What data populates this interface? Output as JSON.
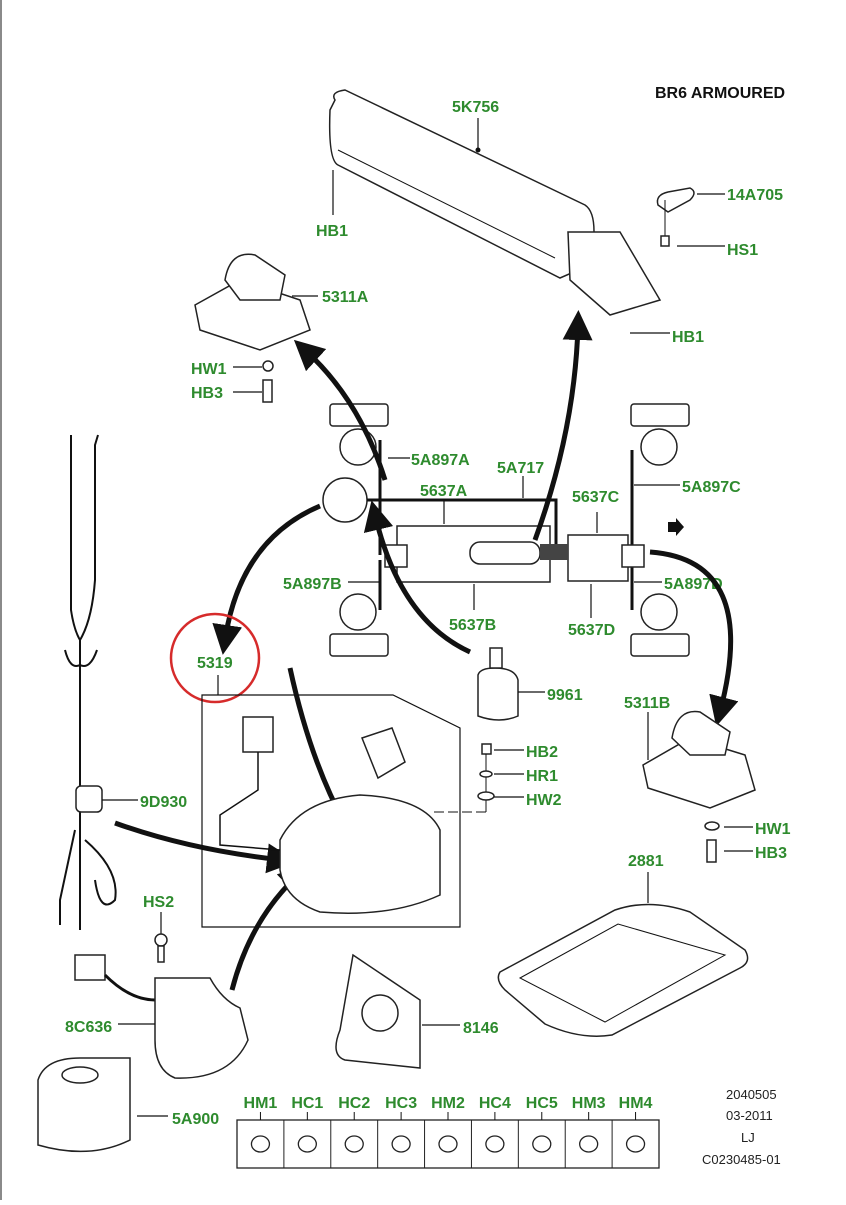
{
  "title": "BR6 ARMOURED",
  "highlight_color": "#d62b2b",
  "label_color": "#2e8b2e",
  "parts": {
    "reservoir": "5K756",
    "bracket_top": "14A705",
    "screw_hs1": "HS1",
    "bolt_hb1_left": "HB1",
    "bolt_hb1_right": "HB1",
    "valve_block_front": "5311A",
    "washer_hw1_front": "HW1",
    "bolt_hb3_front": "HB3",
    "pipe_5a897a": "5A897A",
    "pipe_5a717": "5A717",
    "pipe_5637a": "5637A",
    "pipe_5637c": "5637C",
    "pipe_5a897c": "5A897C",
    "pipe_5a897b": "5A897B",
    "pipe_5637b": "5637B",
    "pipe_5637d": "5637D",
    "pipe_5a897d": "5A897D",
    "compressor": "5319",
    "dryer": "9961",
    "bolt_hb2": "HB2",
    "ring_hr1": "HR1",
    "washer_hw2": "HW2",
    "valve_block_rear": "5311B",
    "washer_hw1_rear": "HW1",
    "bolt_hb3_rear": "HB3",
    "harness": "9D930",
    "screw_hs2": "HS2",
    "tray": "2881",
    "relay": "8C636",
    "shield": "8146",
    "cover": "5A900"
  },
  "fixings": [
    "HM1",
    "HC1",
    "HC2",
    "HC3",
    "HM2",
    "HC4",
    "HC5",
    "HM3",
    "HM4"
  ],
  "meta": {
    "illustration_number": "2040505",
    "date": "03-2011",
    "author": "LJ",
    "reference": "C0230485-01"
  }
}
